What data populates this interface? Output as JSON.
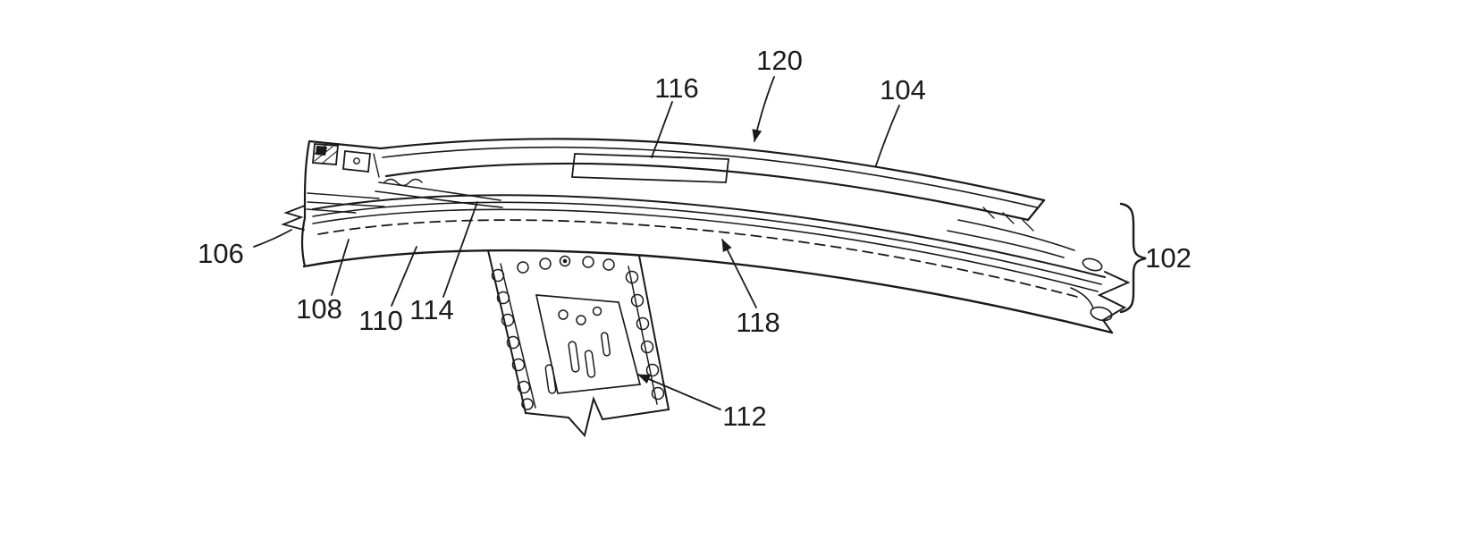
{
  "figure": {
    "background_color": "#ffffff",
    "line_color": "#1a1a1a",
    "labels": {
      "l102": "102",
      "l104": "104",
      "l106": "106",
      "l108": "108",
      "l110": "110",
      "l112": "112",
      "l114": "114",
      "l116": "116",
      "l118": "118",
      "l120": "120"
    }
  }
}
